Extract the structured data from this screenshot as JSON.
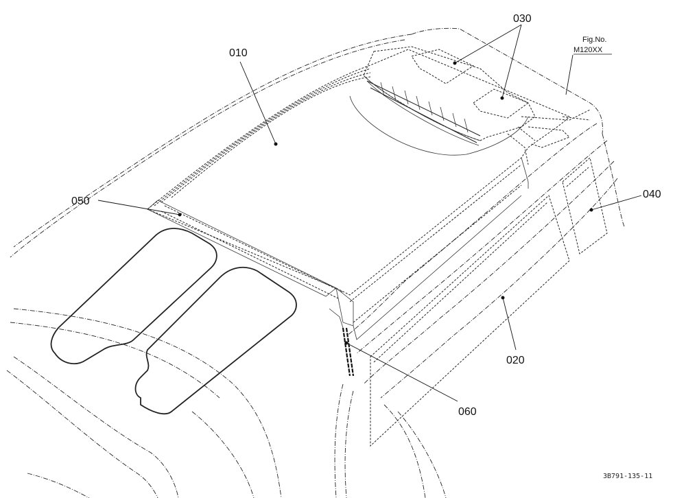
{
  "figure": {
    "fig_label": "Fig.No.",
    "fig_number": "M120XX",
    "drawing_code": "3B791-135-11"
  },
  "callouts": [
    {
      "id": "010",
      "text": "010"
    },
    {
      "id": "020",
      "text": "020"
    },
    {
      "id": "030",
      "text": "030"
    },
    {
      "id": "040",
      "text": "040"
    },
    {
      "id": "050",
      "text": "050"
    },
    {
      "id": "060",
      "text": "060"
    }
  ]
}
